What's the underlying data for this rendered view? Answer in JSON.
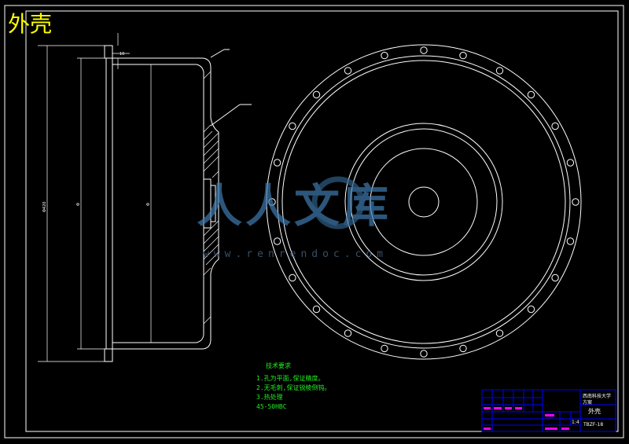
{
  "drawing": {
    "title": "外壳",
    "watermark": {
      "brand": "人人文库",
      "url": "www.renrendoc.com"
    },
    "technical_requirements": {
      "heading": "技术要求",
      "items": [
        "1.孔为平面,保证精度。",
        "2.无毛刺,保证锐棱倒钝。",
        "3.热处理",
        "45-50HBC"
      ]
    },
    "dimensions": {
      "outer_diameter": "Φ420",
      "inner_diameter_1": "Φ",
      "inner_diameter_2": "Φ",
      "flange_thickness": "10",
      "callout_1": "",
      "callout_2": ""
    },
    "title_block": {
      "school": "西南科技大学",
      "subtitle": "方案",
      "part_name": "外壳",
      "drawing_no": "TBZF-18",
      "scale": "1:4"
    },
    "colors": {
      "background": "#000000",
      "lines": "#ffffff",
      "title": "#ffff00",
      "requirements": "#22ee22",
      "titleblock_border": "#0000ff",
      "titleblock_accent": "#ff00ff",
      "watermark": "#4a6a8a"
    }
  }
}
